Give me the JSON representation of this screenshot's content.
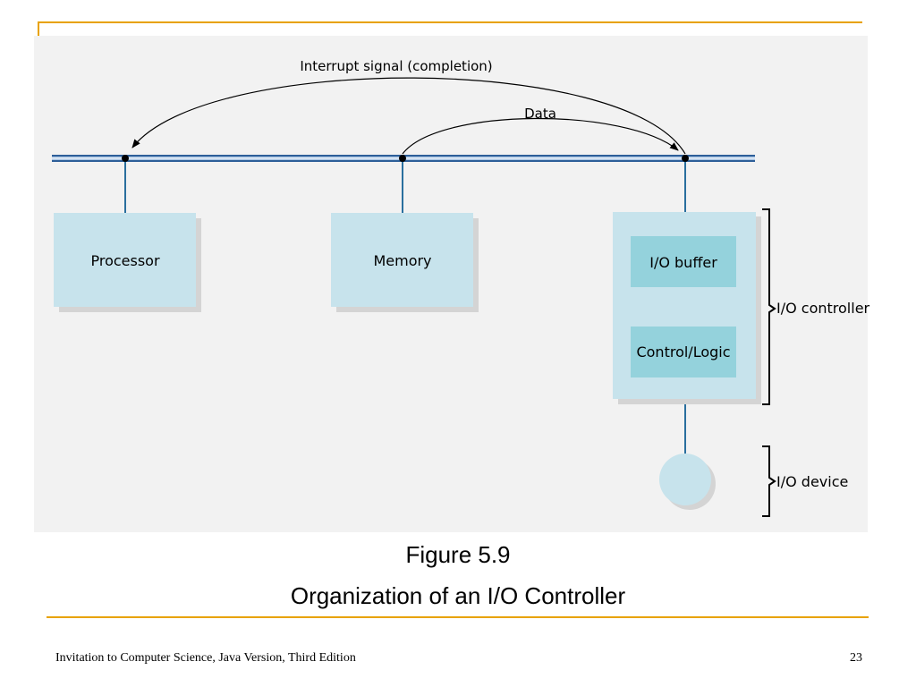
{
  "diagram": {
    "interrupt_label": "Interrupt signal (completion)",
    "data_label": "Data",
    "processor_label": "Processor",
    "memory_label": "Memory",
    "io_buffer_label": "I/O buffer",
    "control_logic_label": "Control/Logic",
    "io_controller_label": "I/O controller",
    "io_device_label": "I/O device"
  },
  "caption": {
    "line1": "Figure 5.9",
    "line2": "Organization of an I/O Controller"
  },
  "footer": {
    "left": "Invitation to Computer Science, Java Version, Third Edition",
    "page_number": "23"
  },
  "colors": {
    "accent": "#e8a200",
    "box_fill": "#c7e3ec",
    "inner_fill": "#94d2dc",
    "connector": "#2a6f9e",
    "bus_light": "#a9c4e3",
    "bus_dark": "#2d5f99"
  }
}
